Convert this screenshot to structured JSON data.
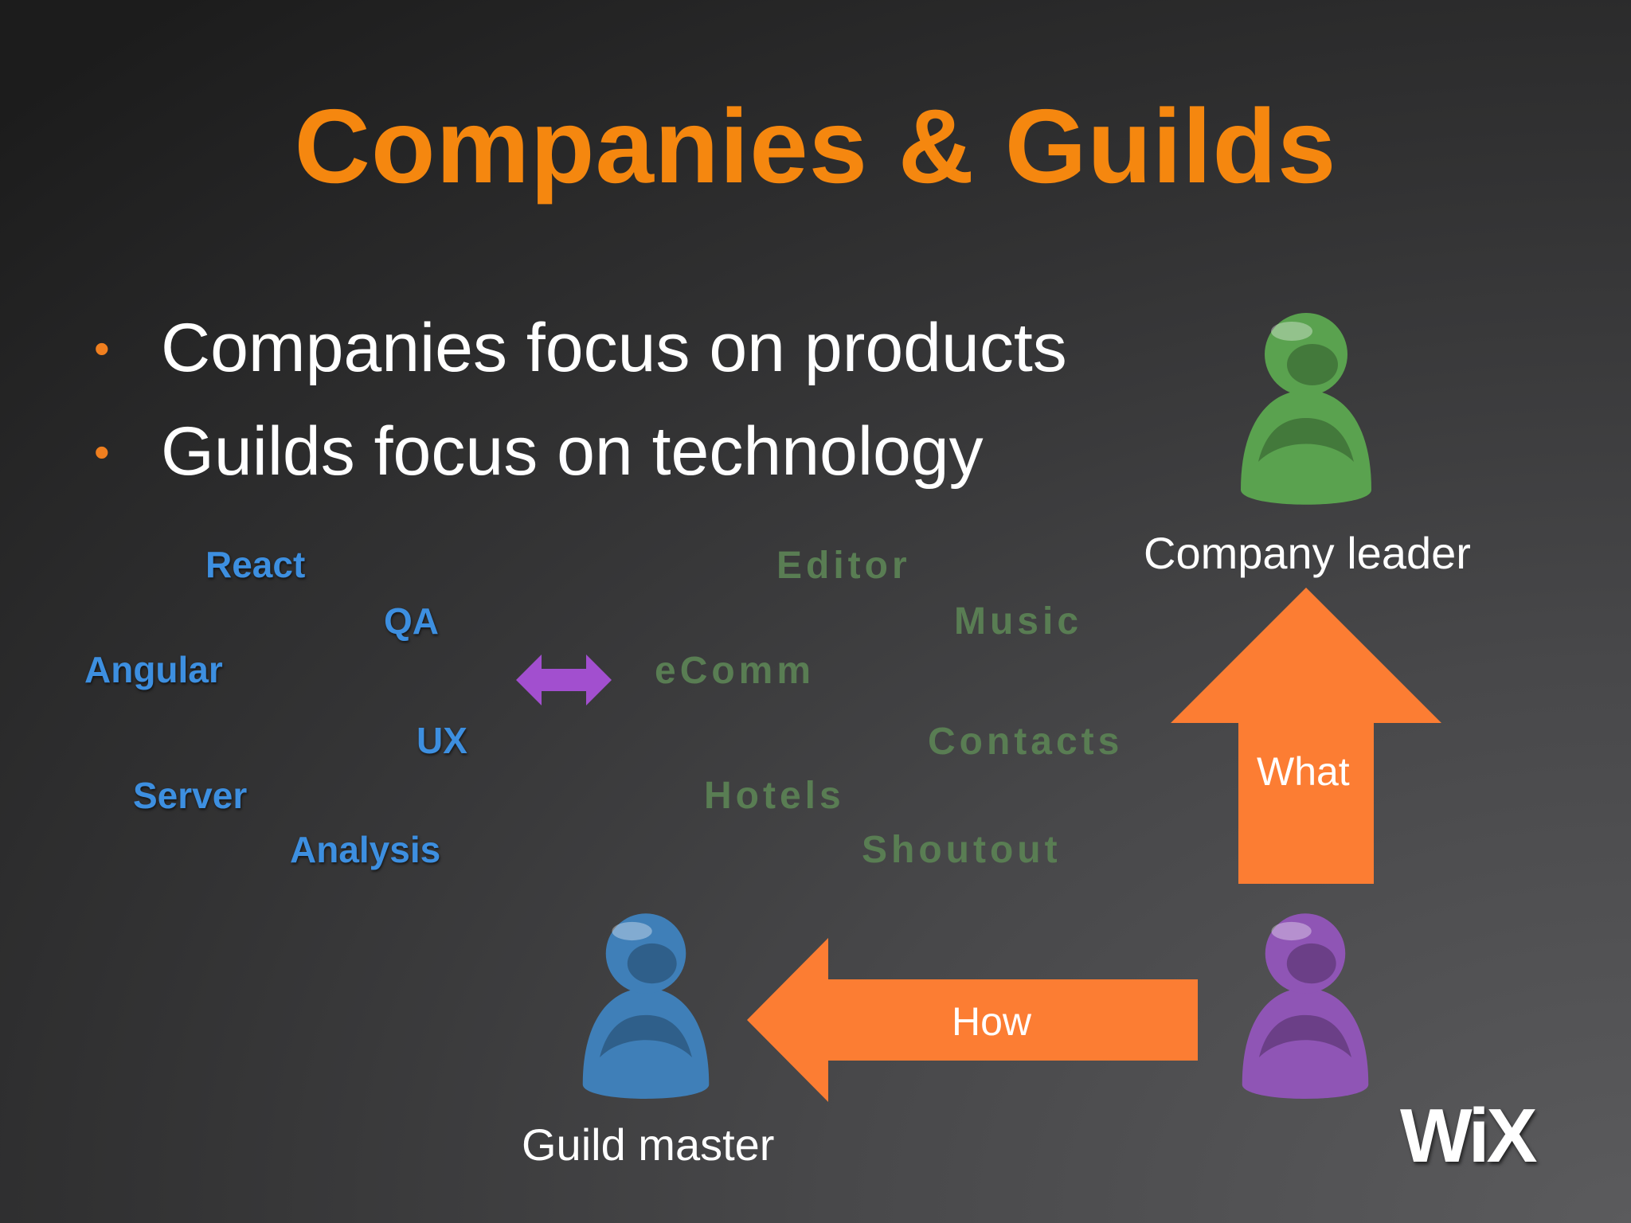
{
  "slide": {
    "title": "Companies & Guilds",
    "bullets": [
      {
        "text": "Companies focus on products"
      },
      {
        "text": "Guilds focus on technology"
      }
    ]
  },
  "guilds": [
    "React",
    "QA",
    "Angular",
    "UX",
    "Server",
    "Analysis"
  ],
  "products": [
    "Editor",
    "Music",
    "eComm",
    "Contacts",
    "Hotels",
    "Shoutout"
  ],
  "people": {
    "company_leader": {
      "label": "Company leader",
      "color": "#5aa24f"
    },
    "guild_master": {
      "label": "Guild master",
      "color": "#3f7fb8"
    },
    "member": {
      "color": "#8f55b5"
    }
  },
  "arrows": {
    "what": "What",
    "how": "How",
    "orange": "#fc7d33",
    "purple": "#a24fcf"
  },
  "logo": "WiX",
  "colors": {
    "title": "#f5870f",
    "bullet_dot": "#f07f1f",
    "guild_text": "#3d8fe0",
    "product_text": "#597d53"
  }
}
